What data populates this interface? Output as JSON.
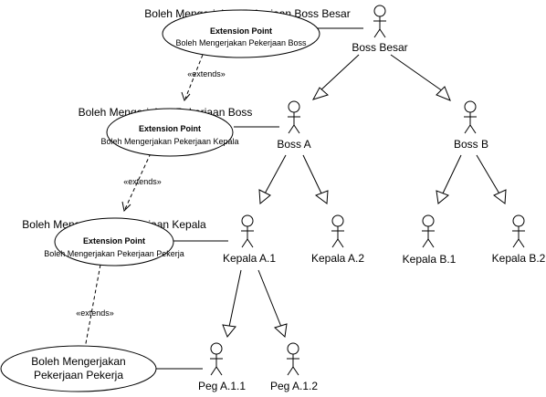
{
  "use_cases": {
    "boss_besar": {
      "title": "Boleh Mengerjakan Pekerjaan Boss Besar",
      "ext_label": "Extension Point",
      "ext_text": "Boleh Mengerjakan Pekerjaan Boss"
    },
    "boss": {
      "title": "Boleh Mengerjakan Pekerjaan Boss",
      "ext_label": "Extension Point",
      "ext_text": "Boleh Mengerjakan Pekerjaan Kepala"
    },
    "kepala": {
      "title": "Boleh Mengerjakan Pekerjaan Kepala",
      "ext_label": "Extension Point",
      "ext_text": "Boleh Mengerjakan Pekerjaan Pekerja"
    },
    "pekerja": {
      "line1": "Boleh Mengerjakan",
      "line2": "Pekerjaan Pekerja"
    }
  },
  "extends_label": "«extends»",
  "actors": {
    "boss_besar": "Boss Besar",
    "boss_a": "Boss A",
    "boss_b": "Boss B",
    "kepala_a1": "Kepala A.1",
    "kepala_a2": "Kepala A.2",
    "kepala_b1": "Kepala B.1",
    "kepala_b2": "Kepala B.2",
    "peg_a11": "Peg A.1.1",
    "peg_a12": "Peg A.1.2"
  }
}
